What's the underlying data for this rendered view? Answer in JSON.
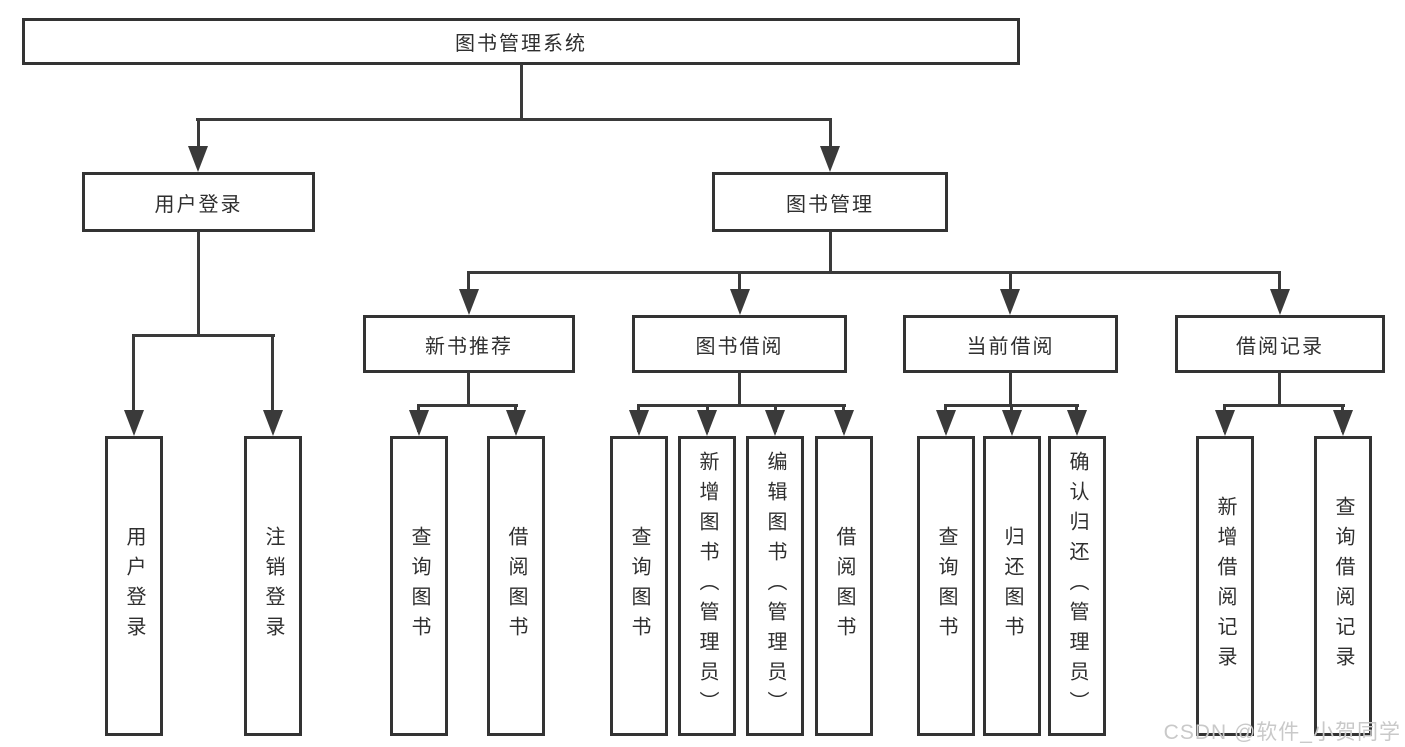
{
  "diagram": {
    "root": {
      "label": "图书管理系统"
    },
    "level2": {
      "user_login": {
        "label": "用户登录"
      },
      "book_mgmt": {
        "label": "图书管理"
      }
    },
    "level3": {
      "new_book": {
        "label": "新书推荐"
      },
      "book_borrow": {
        "label": "图书借阅"
      },
      "current_borrow": {
        "label": "当前借阅"
      },
      "borrow_records": {
        "label": "借阅记录"
      }
    },
    "leaves": {
      "user_login": [
        "用户登录",
        "注销登录"
      ],
      "new_book": [
        "查询图书",
        "借阅图书"
      ],
      "book_borrow": [
        "查询图书",
        "新增图书（管理员）",
        "编辑图书（管理员）",
        "借阅图书"
      ],
      "current_borrow": [
        "查询图书",
        "归还图书",
        "确认归还（管理员）"
      ],
      "borrow_records": [
        "新增借阅记录",
        "查询借阅记录"
      ]
    }
  },
  "watermark": "CSDN @软件_小贺同学",
  "colors": {
    "line": "#3a3a3a",
    "border": "#333333",
    "text": "#2f2f2f",
    "watermark": "#c9c9c9",
    "background": "#ffffff"
  }
}
